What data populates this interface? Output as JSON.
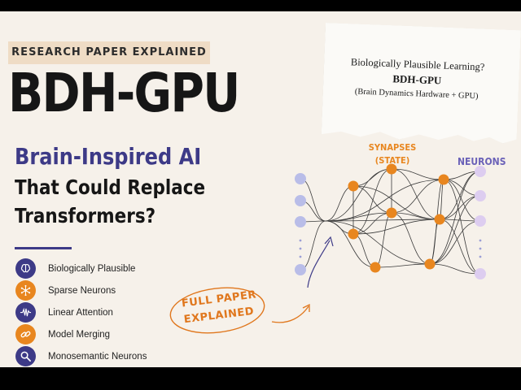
{
  "tag": "RESEARCH PAPER EXPLAINED",
  "title": "BDH-GPU",
  "subtitle": "Brain-Inspired AI",
  "subtitle_line1": "That Could Replace",
  "subtitle_line2": "Transformers?",
  "features": [
    {
      "label": "Biologically Plausible",
      "icon": "brain-icon",
      "color": "#3d3a87"
    },
    {
      "label": "Sparse Neurons",
      "icon": "sparse-network-icon",
      "color": "#e8861f"
    },
    {
      "label": "Linear Attention",
      "icon": "waveform-icon",
      "color": "#3d3a87"
    },
    {
      "label": "Model Merging",
      "icon": "link-icon",
      "color": "#e8861f"
    },
    {
      "label": "Monosemantic Neurons",
      "icon": "magnifier-icon",
      "color": "#3d3a87"
    }
  ],
  "paper": {
    "line1": "Biologically Plausible Learning?",
    "line2": "BDH-GPU",
    "line3": "(Brain Dynamics Hardware + GPU)"
  },
  "diagram": {
    "synapses_line1": "SYNAPSES",
    "synapses_line2": "(STATE)",
    "neurons_label": "NEURONS"
  },
  "cta": {
    "line1": "FULL PAPER",
    "line2": "EXPLAINED"
  },
  "colors": {
    "background": "#f6f1ea",
    "accent_purple": "#3d3a87",
    "accent_orange": "#e8861f",
    "input_node": "#b9bde8",
    "neuron_node": "#ddcdf0"
  }
}
